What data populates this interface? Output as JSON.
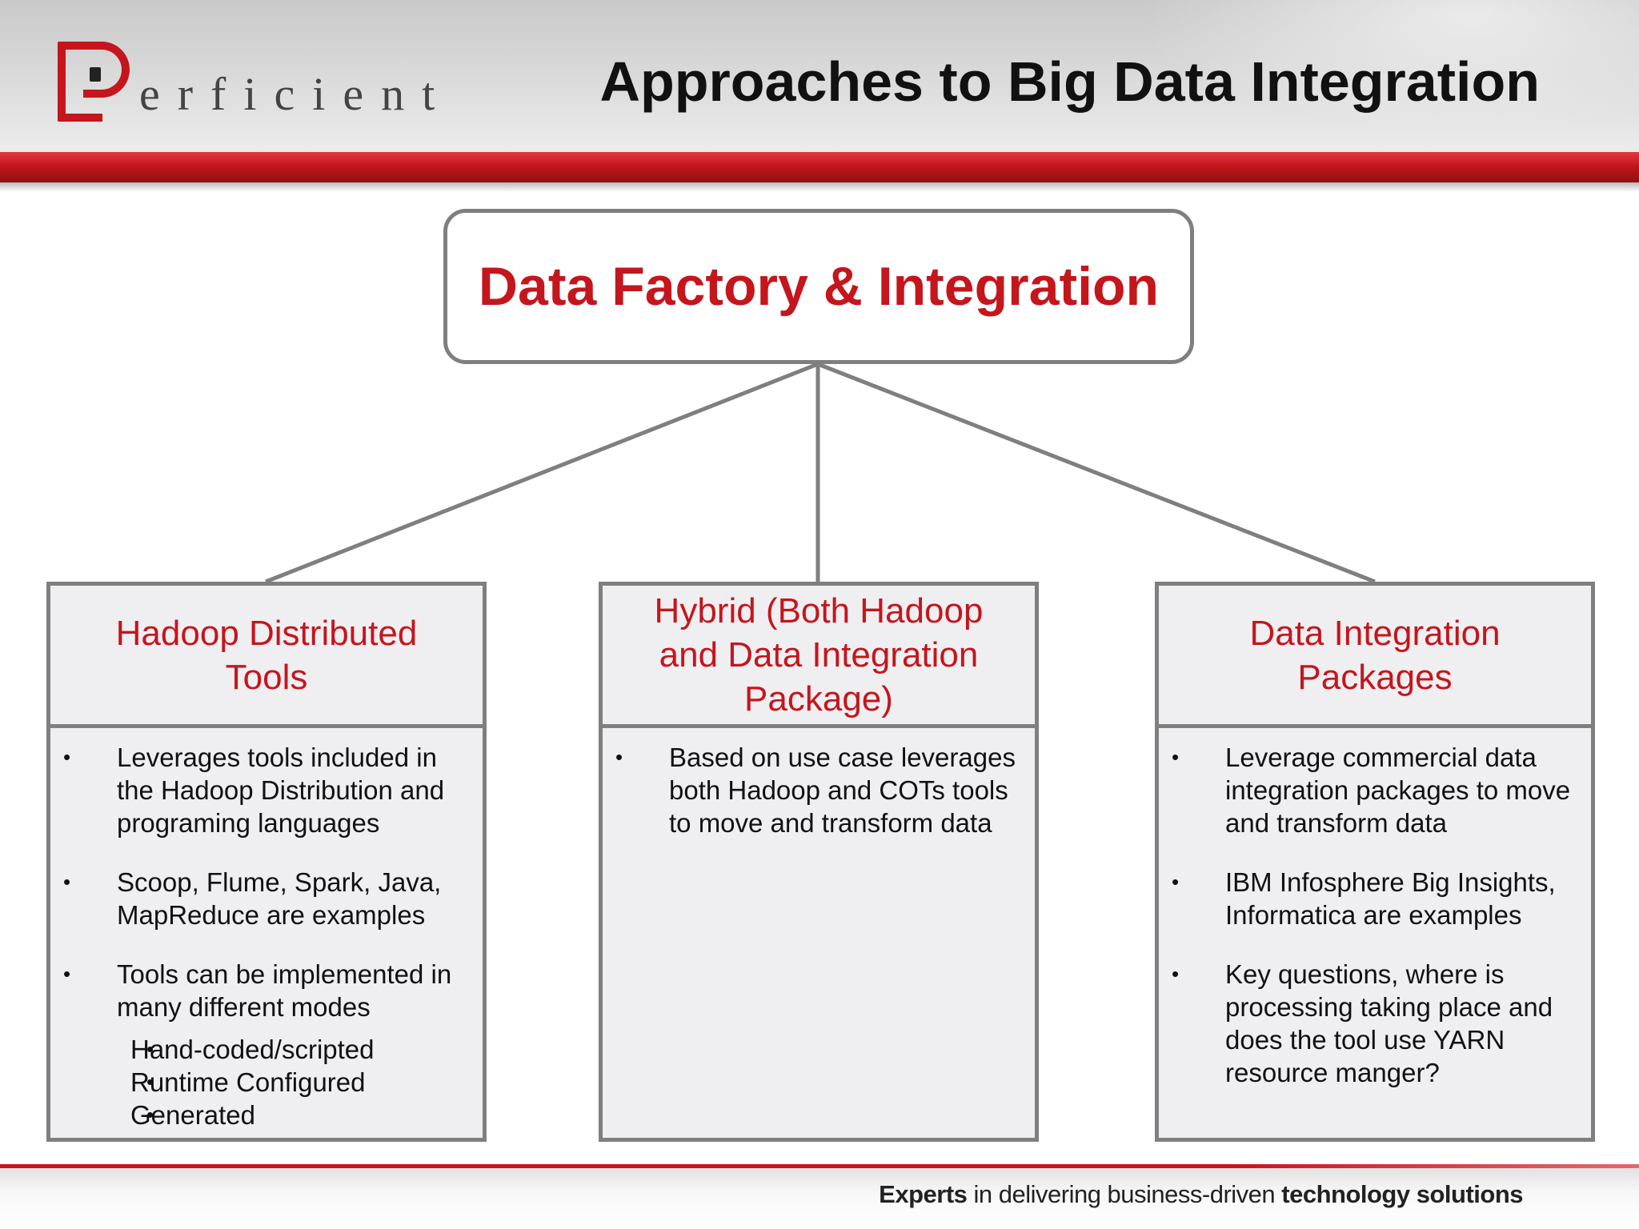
{
  "header": {
    "logo_text": "erficient",
    "title": "Approaches to Big Data Integration"
  },
  "diagram": {
    "root": "Data Factory & Integration",
    "columns": [
      {
        "title": "Hadoop Distributed Tools",
        "bullets": [
          "Leverages tools included in the Hadoop Distribution and programing languages",
          "Scoop, Flume, Spark, Java, MapReduce are examples",
          "Tools can be implemented in many different modes"
        ],
        "sub_bullets": [
          "Hand-coded/scripted",
          "Runtime Configured",
          "Generated"
        ]
      },
      {
        "title": "Hybrid (Both Hadoop and Data Integration Package)",
        "bullets": [
          "Based on use case leverages both Hadoop and COTs tools to move and transform data"
        ]
      },
      {
        "title": "Data Integration Packages",
        "bullets": [
          "Leverage commercial data integration packages to move and transform data",
          "IBM Infosphere Big Insights, Informatica are examples",
          "Key questions, where is processing taking place and does the tool use YARN resource manger?"
        ]
      }
    ]
  },
  "footer": {
    "tagline_bold_1": "Experts",
    "tagline_mid": " in delivering business-driven ",
    "tagline_bold_2": "technology solutions"
  },
  "colors": {
    "brand_red": "#c4161c",
    "box_border": "#7f7f7f",
    "box_fill": "#efeff2"
  }
}
